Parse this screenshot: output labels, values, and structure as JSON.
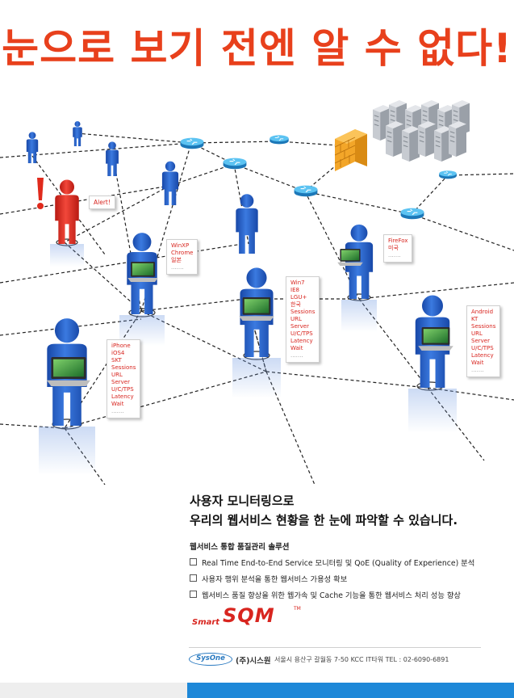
{
  "headline": "눈으로 보기 전엔 알 수 없다!",
  "bubbles": {
    "alert": [
      "Alert!"
    ],
    "winxp": [
      "WinXP",
      "Chrome",
      "일본"
    ],
    "firefox": [
      "FireFox",
      "미국"
    ],
    "win7": [
      "Win7",
      "IE8",
      "LGU+",
      "한국",
      "Sessions",
      "URL",
      "Server",
      "U/C/TPS",
      "Latency",
      "Wait"
    ],
    "iphone": [
      "iPhone",
      "iOS4",
      "SKT",
      "Sessions",
      "URL",
      "Server",
      "U/C/TPS",
      "Latency",
      "Wait"
    ],
    "android": [
      "Android",
      "KT",
      "Sessions",
      "URL",
      "Server",
      "U/C/TPS",
      "Latency",
      "Wait"
    ],
    "more": "......."
  },
  "tagline": {
    "line1": "사용자 모니터링으로",
    "line2": "우리의 웹서비스 현황을 한 눈에 파악할 수 있습니다."
  },
  "solution_title": "웹서비스 통합 품질관리 솔루션",
  "features": [
    "Real Time End-to-End Service 모니터링 및 QoE (Quality of Experience) 분석",
    "사용자 행위 분석을 통한 웹서비스 가용성 확보",
    "웹서비스 품질 향상을 위한 웹가속 및 Cache 기능을 통한 웹서비스 처리 성능 향상"
  ],
  "product_logo": {
    "smart": "Smart",
    "sqm": "SQM",
    "tm": "TM"
  },
  "company": {
    "logo_text": "SysOne",
    "name": "(주)시스원",
    "address": "서울시 용산구 갈월동 7-50 KCC IT타워  TEL : 02-6090-6891"
  },
  "colors": {
    "headline": "#e8401c",
    "user": "#1f5fc4",
    "alert_user": "#e02a1c",
    "bubble_text": "#d8251f",
    "router": "#3aa7e6",
    "firewall": "#f3a629",
    "brand_blue": "#1e88d8"
  },
  "icons": [
    "user-icon",
    "alert-user-icon",
    "exclamation-icon",
    "laptop-icon",
    "router-icon",
    "firewall-icon",
    "server-rack-icon"
  ]
}
